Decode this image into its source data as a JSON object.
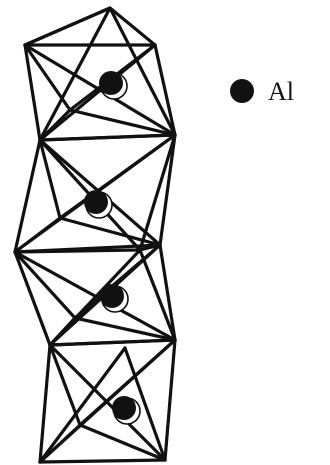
{
  "figure": {
    "type": "linked-octahedra-chain",
    "octahedron_count": 4,
    "atom_count": 4,
    "colors": {
      "edge": "#111111",
      "atom": "#111111",
      "background": "#ffffff"
    }
  },
  "legend": {
    "symbol": "filled-circle",
    "label": "Al"
  }
}
